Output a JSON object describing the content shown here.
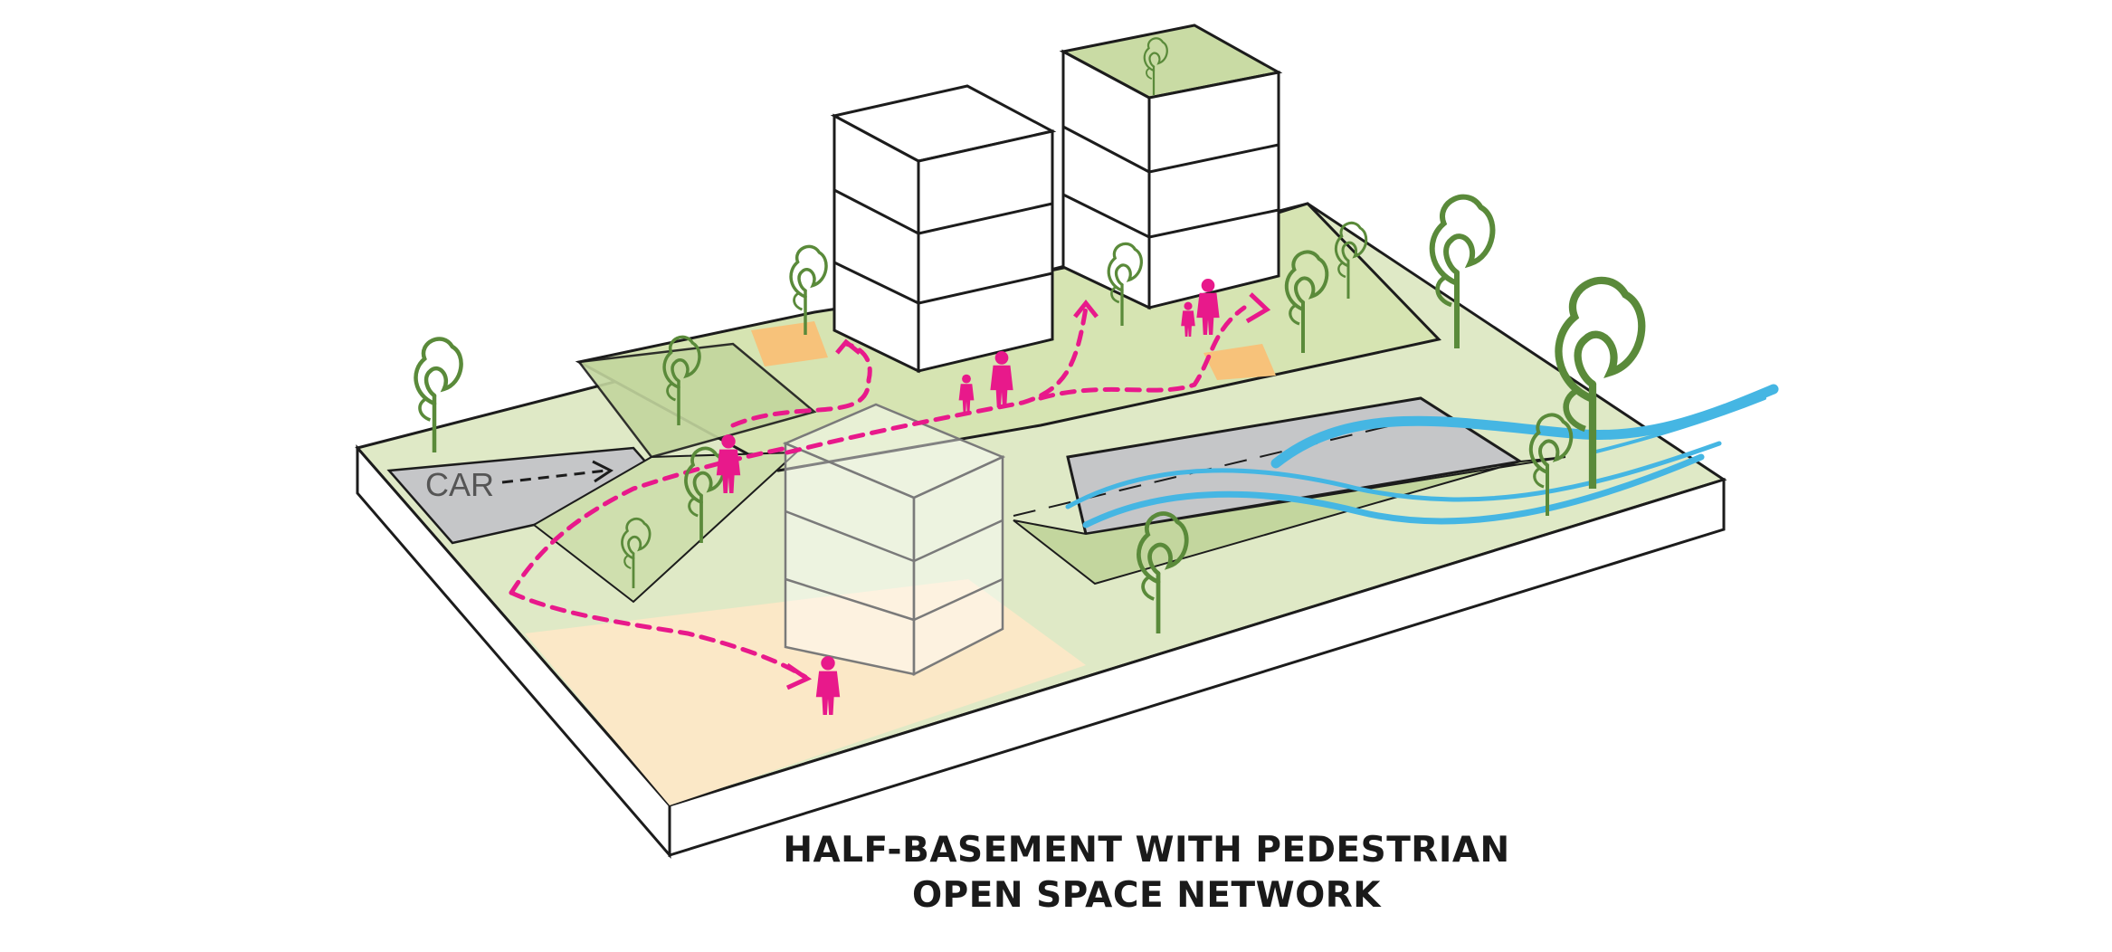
{
  "labels": {
    "car": "CAR"
  },
  "caption": {
    "line1": "HALF-BASEMENT WITH PEDESTRIAN",
    "line2": "OPEN SPACE NETWORK"
  },
  "colors": {
    "base_green": "#dfe9c6",
    "ramp_green": "#c3d69e",
    "building_green": "#c9dba4",
    "sand": "#fbe8c7",
    "orange_patch": "#f7c27a",
    "road_gray": "#c5c6c8",
    "pedestrian_path": "#e8198b",
    "wind": "#45b6e3",
    "tree": "#5a8a3a",
    "outline": "#1c1c1c"
  },
  "icons": [
    "pedestrian-icon",
    "tree-icon",
    "wind-flow-icon",
    "car-arrow-icon"
  ]
}
